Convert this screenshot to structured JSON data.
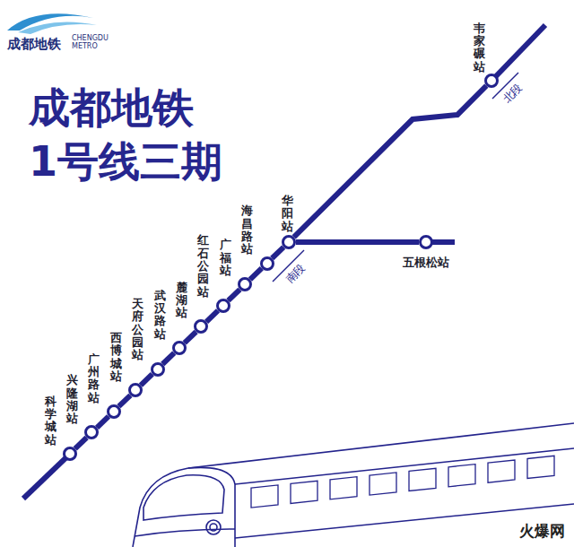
{
  "diagram": {
    "title": "成都地铁 1号线三期",
    "nodes": [
      {
        "text": [
          "科学城站"
        ]
      },
      {
        "text": [
          "兴隆湖站"
        ]
      },
      {
        "text": [
          "广州路站"
        ]
      },
      {
        "text": [
          "西博城站"
        ]
      },
      {
        "text": [
          "天府公园站"
        ]
      },
      {
        "text": [
          "武汉路站"
        ]
      },
      {
        "text": [
          "麓湖站"
        ]
      },
      {
        "text": [
          "红石公园站"
        ]
      },
      {
        "text": [
          "广福站"
        ]
      },
      {
        "text": [
          "海昌路站"
        ]
      },
      {
        "text": [
          "华阳站"
        ]
      },
      {
        "text": [
          "五根松站"
        ]
      },
      {
        "text": [
          "韦家碾站"
        ]
      }
    ],
    "edges": [
      {
        "from": 0,
        "to": 1,
        "arrow": "none"
      },
      {
        "from": 1,
        "to": 2,
        "arrow": "none"
      },
      {
        "from": 2,
        "to": 3,
        "arrow": "none"
      },
      {
        "from": 3,
        "to": 4,
        "arrow": "none"
      },
      {
        "from": 4,
        "to": 5,
        "arrow": "none"
      },
      {
        "from": 5,
        "to": 6,
        "arrow": "none"
      },
      {
        "from": 6,
        "to": 7,
        "arrow": "none"
      },
      {
        "from": 7,
        "to": 8,
        "arrow": "none"
      },
      {
        "from": 8,
        "to": 9,
        "arrow": "none"
      },
      {
        "from": 9,
        "to": 10,
        "arrow": "none"
      },
      {
        "from": 10,
        "to": 11,
        "arrow": "none"
      },
      {
        "from": 10,
        "to": 12,
        "arrow": "none"
      }
    ],
    "labels": [
      "成都地铁",
      "CHENGDU METRO",
      "北段",
      "南段",
      "火爆网"
    ]
  }
}
